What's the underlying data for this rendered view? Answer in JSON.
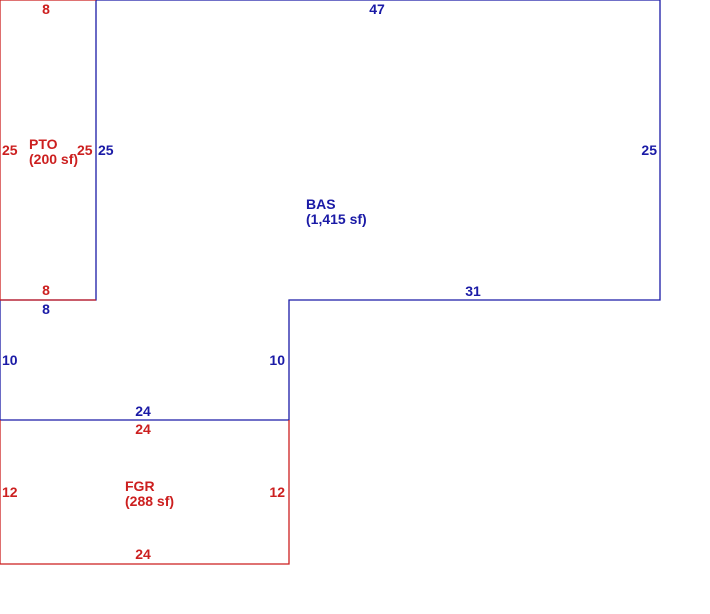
{
  "colors": {
    "main_area": "#1a1aa6",
    "addition": "#cc1f1f",
    "background": "#ffffff"
  },
  "areas": {
    "pto": {
      "code": "PTO",
      "area": "(200 sf)",
      "dims": {
        "top": "8",
        "left": "25",
        "right": "25",
        "bottom": "8"
      }
    },
    "bas": {
      "code": "BAS",
      "area": "(1,415 sf)",
      "dims": {
        "top": "47",
        "left_upper": "25",
        "right": "25",
        "step_top": "8",
        "notch_bottom": "31",
        "left_lower": "10",
        "notch_side": "10",
        "bottom": "24"
      }
    },
    "fgr": {
      "code": "FGR",
      "area": "(288 sf)",
      "dims": {
        "top": "24",
        "left": "12",
        "right": "12",
        "bottom": "24"
      }
    }
  }
}
